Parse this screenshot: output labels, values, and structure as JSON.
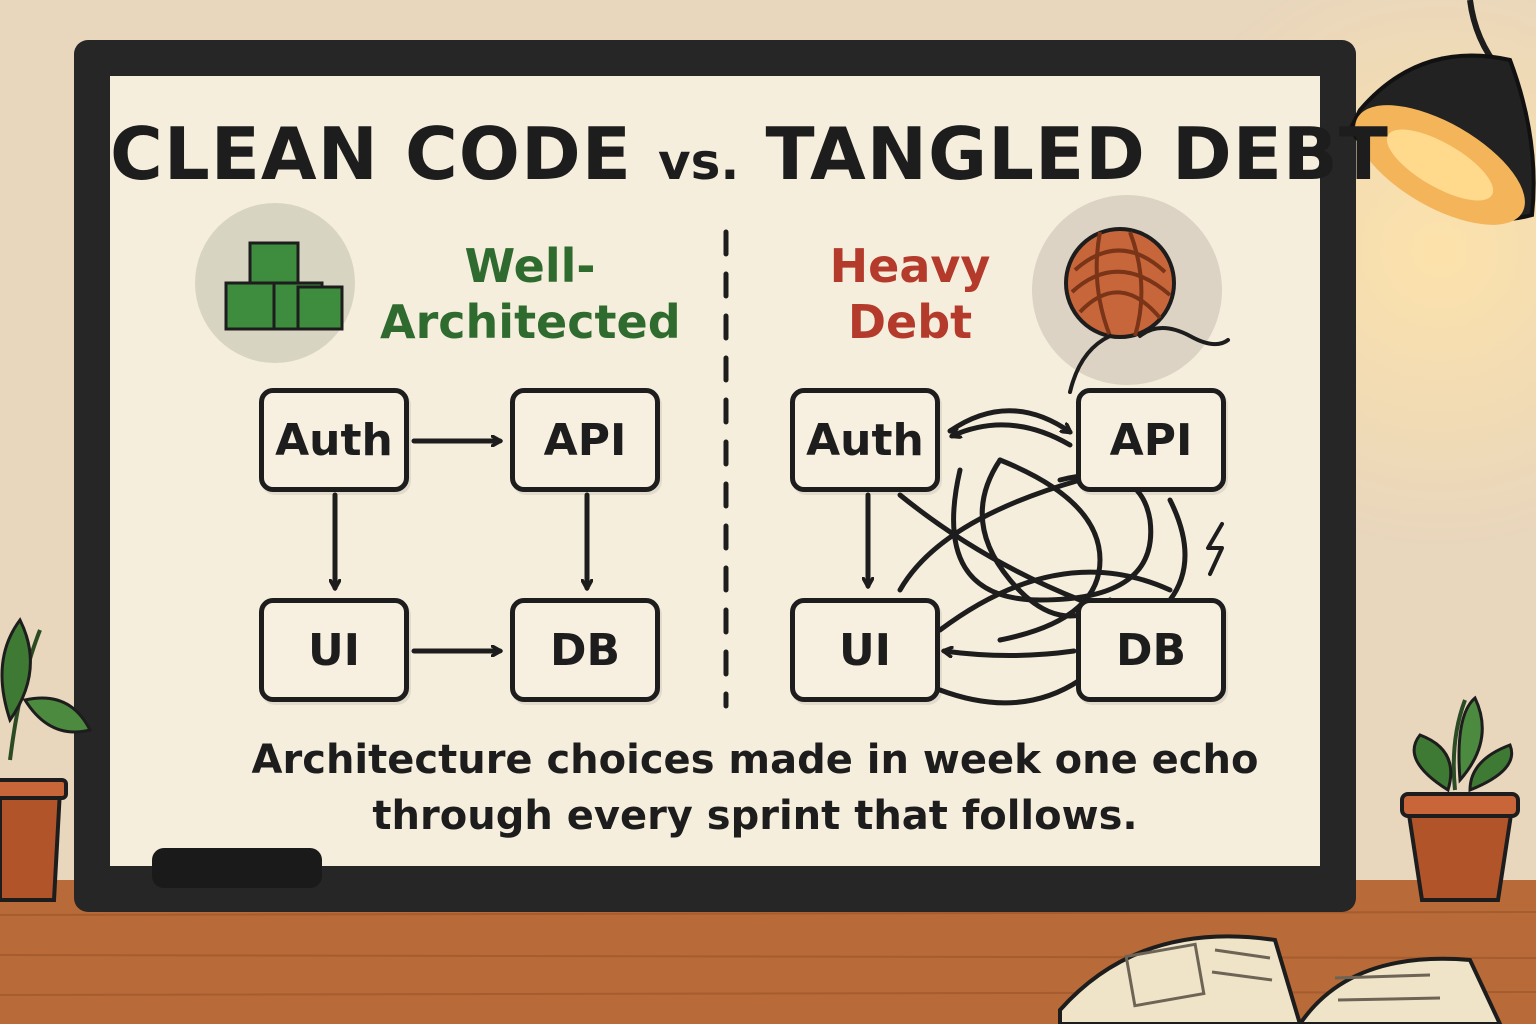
{
  "title": {
    "main_left": "CLEAN CODE",
    "vs": "vs.",
    "main_right": "TANGLED DEBT"
  },
  "colors": {
    "good": "#2f6b2f",
    "bad": "#b43a2c",
    "ink": "#1d1d1d",
    "board": "#f6eedd",
    "frame": "#262626",
    "desk": "#b86a38",
    "wall": "#e8d6bd"
  },
  "left_panel": {
    "label_line1": "Well-",
    "label_line2": "Architected",
    "icon": "cubes-icon",
    "nodes": {
      "auth": "Auth",
      "api": "API",
      "ui": "UI",
      "db": "DB"
    },
    "edges": [
      {
        "from": "Auth",
        "to": "API"
      },
      {
        "from": "Auth",
        "to": "UI"
      },
      {
        "from": "API",
        "to": "DB"
      },
      {
        "from": "UI",
        "to": "DB"
      }
    ]
  },
  "right_panel": {
    "label_line1": "Heavy",
    "label_line2": "Debt",
    "icon": "yarn-ball-icon",
    "warning_icon": "lightning-bolt-icon",
    "nodes": {
      "auth": "Auth",
      "api": "API",
      "ui": "UI",
      "db": "DB"
    }
  },
  "caption": {
    "line1": "Architecture choices made in week one echo",
    "line2": "through every sprint that follows."
  }
}
